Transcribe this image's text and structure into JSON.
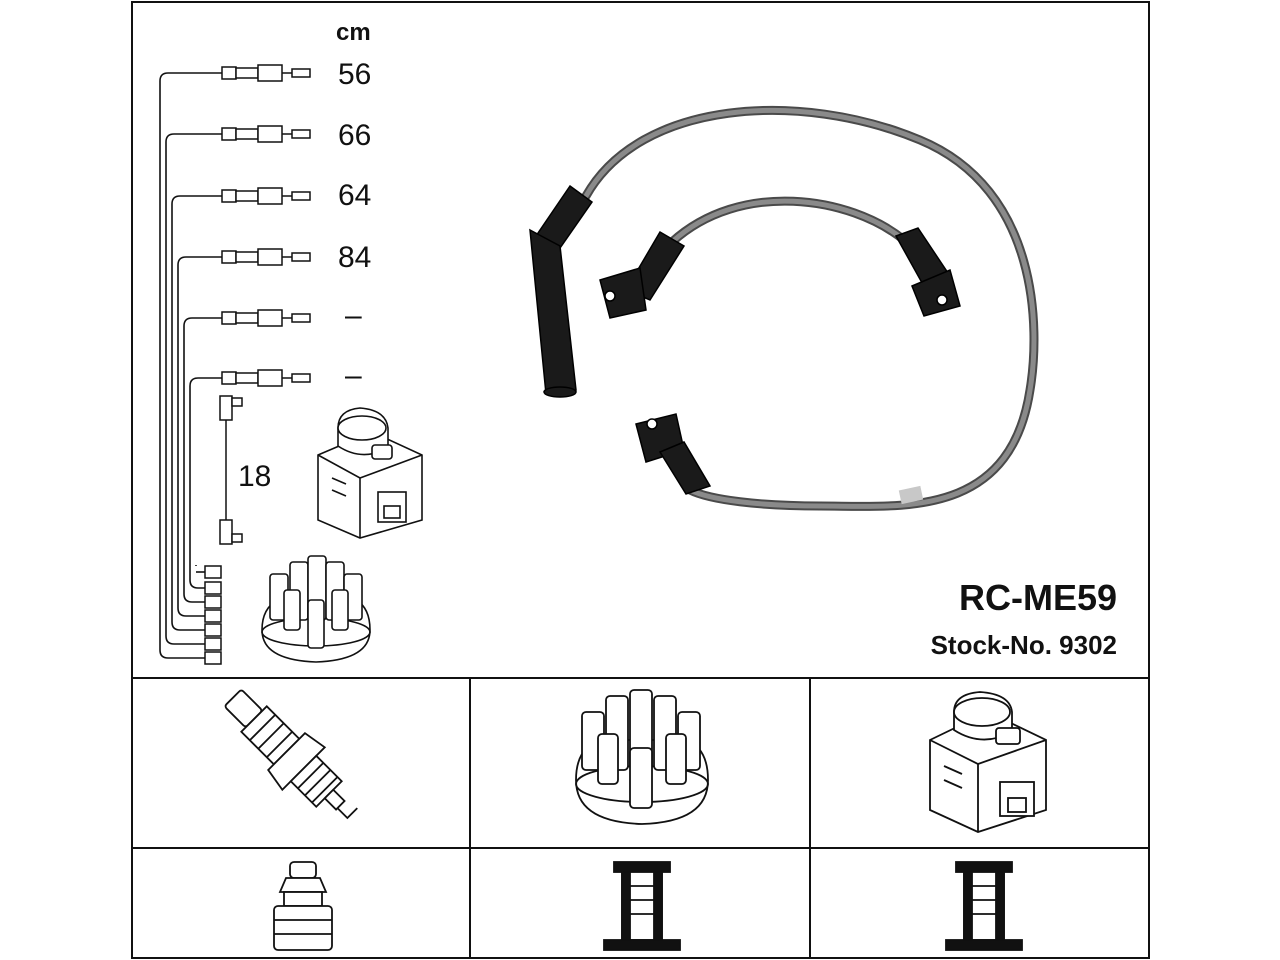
{
  "header": {
    "unit": "cm"
  },
  "wire_lengths": [
    "56",
    "66",
    "64",
    "84",
    "–",
    "–"
  ],
  "coil_lead_length": "18",
  "product": {
    "model": "RC-ME59",
    "stock_no": "Stock-No. 9302"
  },
  "icons": {
    "spark_plug": "spark-plug-icon",
    "distributor_cap": "distributor-cap-icon",
    "ignition_coil": "ignition-coil-icon",
    "plug_terminal": "plug-terminal-icon",
    "cap_terminal": "cap-terminal-icon",
    "coil_terminal": "coil-terminal-icon"
  },
  "colors": {
    "line": "#111111",
    "cable": "#6e6e6e",
    "boot": "#1a1a1a"
  }
}
